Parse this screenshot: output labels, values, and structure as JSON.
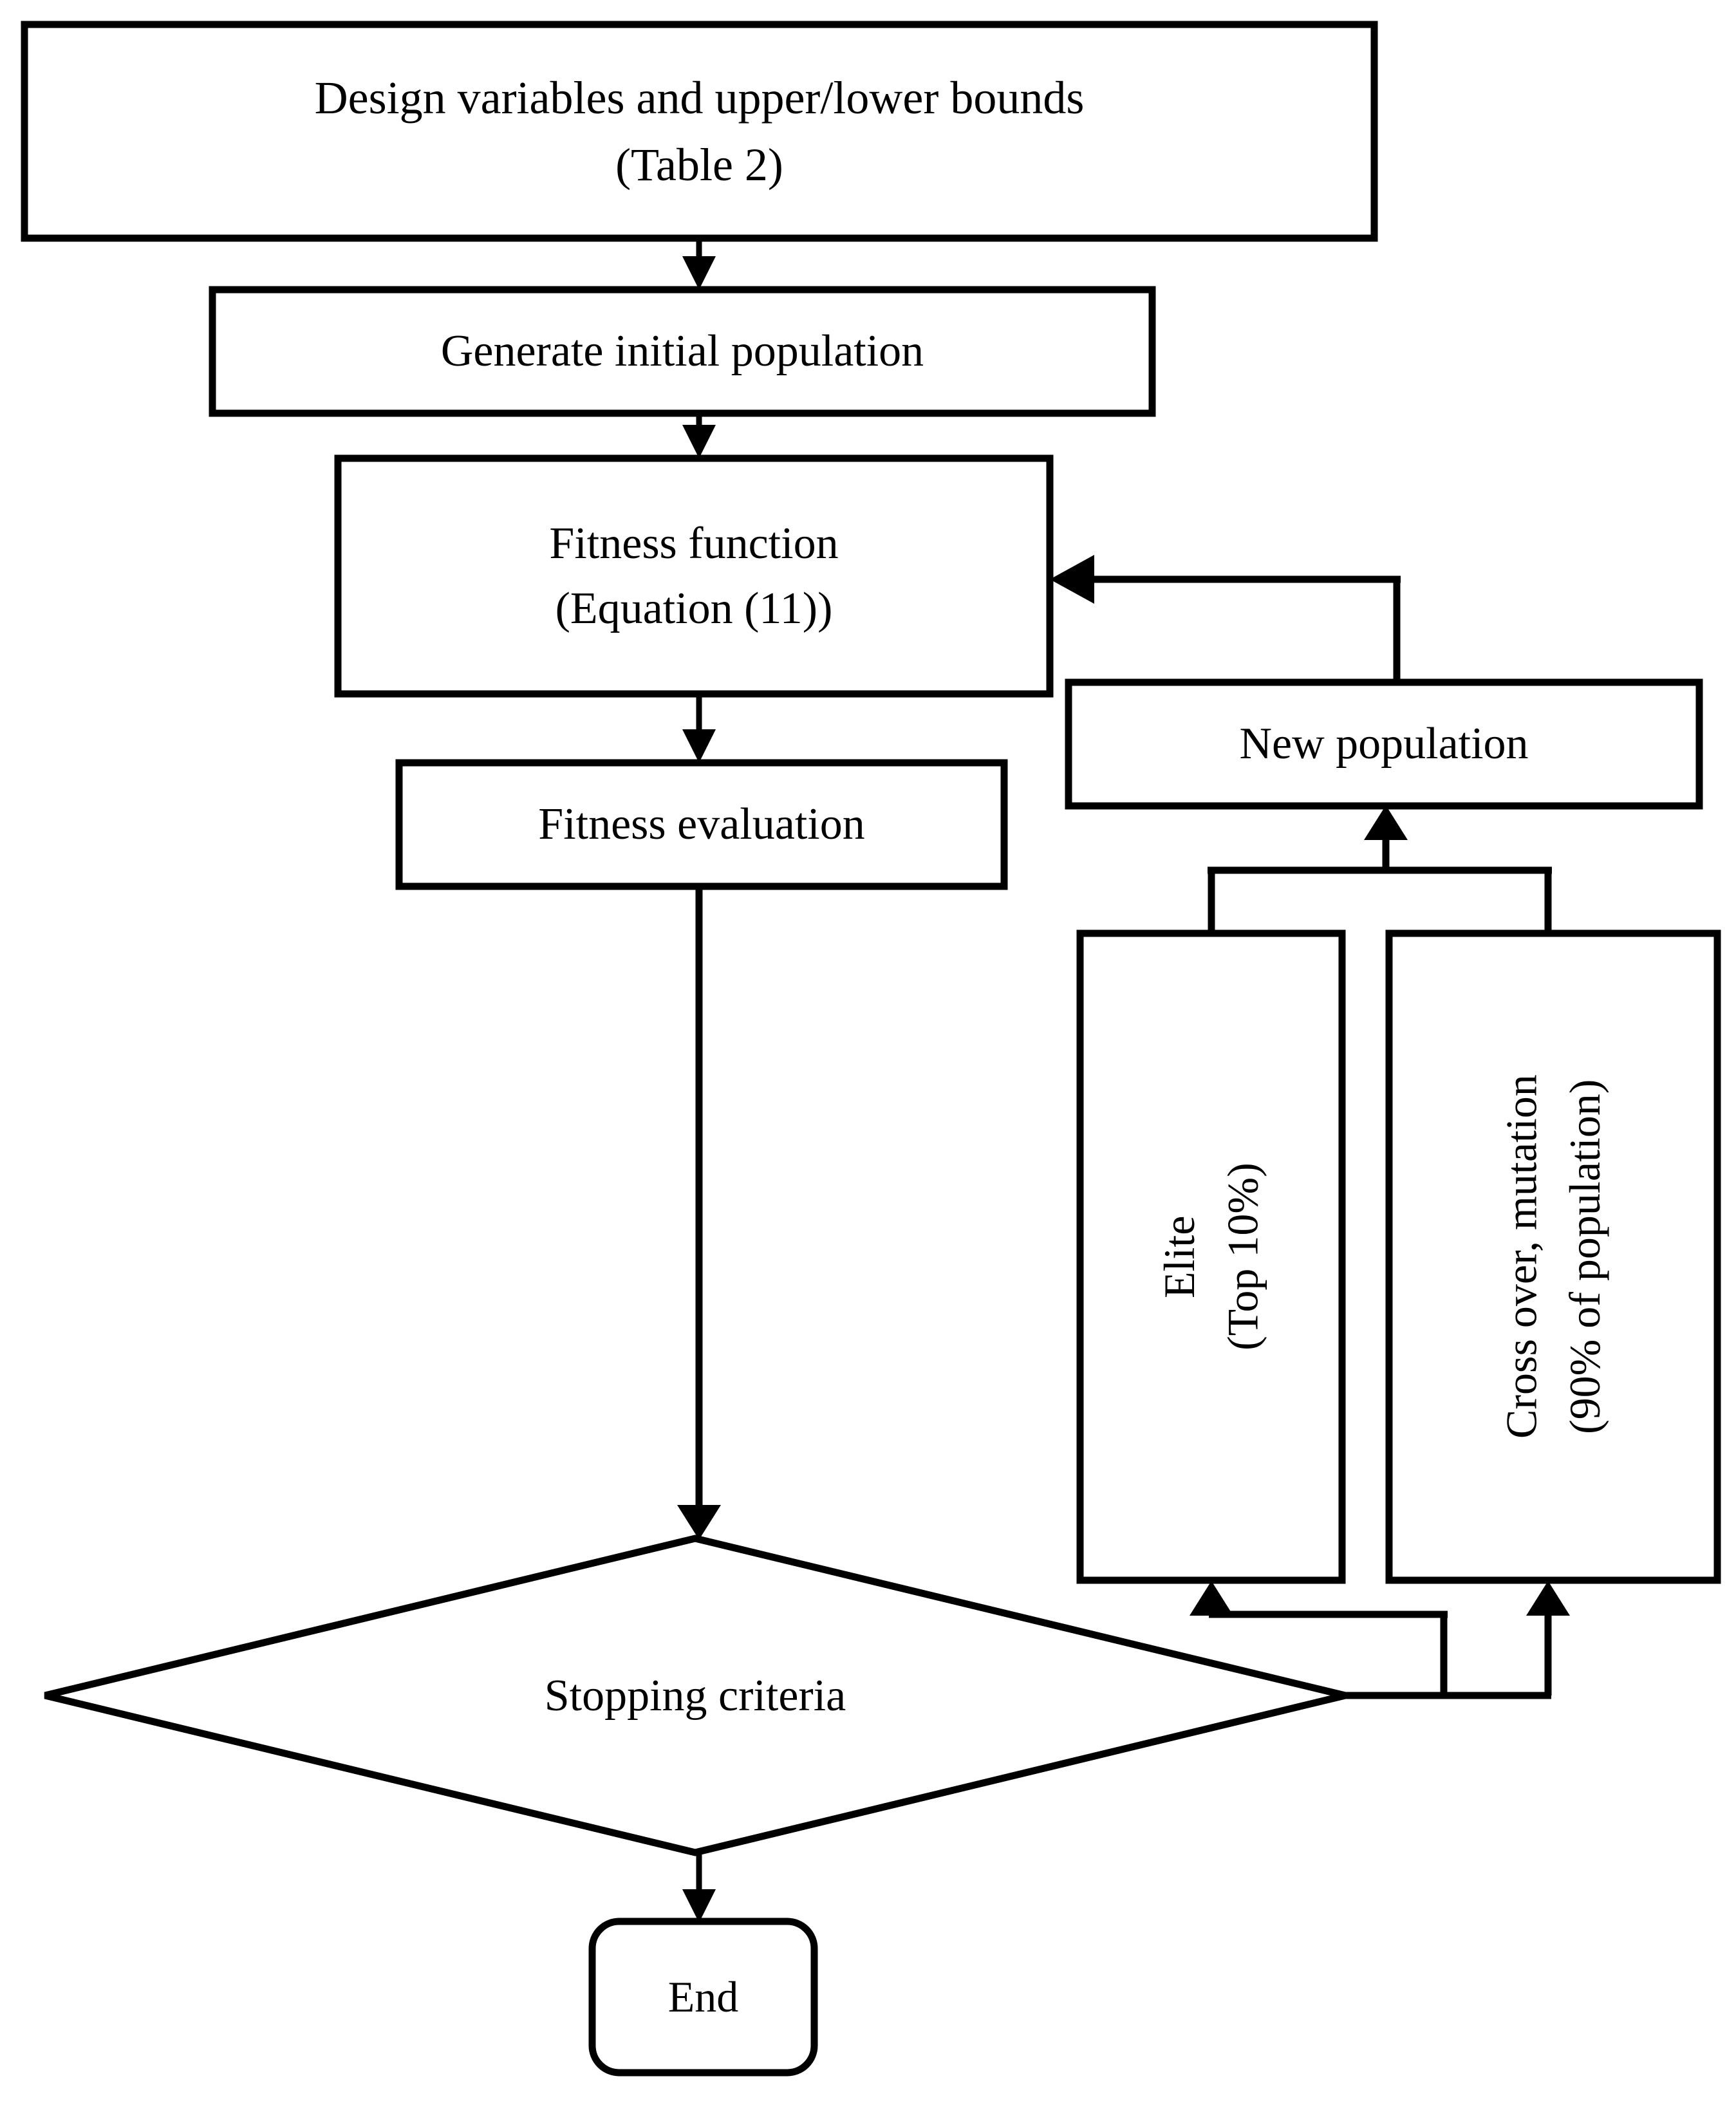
{
  "diagram": {
    "title": "Genetic algorithm optimization flowchart",
    "stroke_color": "#000000",
    "fill_color": "#ffffff",
    "nodes": {
      "design_variables": {
        "label": "Design variables and upper/lower bounds\n(Table 2)",
        "shape": "rectangle"
      },
      "generate_initial_population": {
        "label": "Generate initial population",
        "shape": "rectangle"
      },
      "fitness_function": {
        "label": "Fitness function\n(Equation (11))",
        "shape": "rectangle"
      },
      "fitness_evaluation": {
        "label": "Fitness evaluation",
        "shape": "rectangle"
      },
      "new_population": {
        "label": "New population",
        "shape": "rectangle"
      },
      "elite": {
        "label": "Elite\n(Top 10%)",
        "shape": "rectangle",
        "orientation": "vertical"
      },
      "crossover_mutation": {
        "label": "Cross over, mutation\n(90% of population)",
        "shape": "rectangle",
        "orientation": "vertical"
      },
      "stopping_criteria": {
        "label": "Stopping criteria",
        "shape": "diamond"
      },
      "end": {
        "label": "End",
        "shape": "rounded-rectangle"
      }
    },
    "edges": [
      {
        "from": "design_variables",
        "to": "generate_initial_population",
        "arrow": "down"
      },
      {
        "from": "generate_initial_population",
        "to": "fitness_function",
        "arrow": "down"
      },
      {
        "from": "fitness_function",
        "to": "fitness_evaluation",
        "arrow": "down"
      },
      {
        "from": "fitness_evaluation",
        "to": "stopping_criteria",
        "arrow": "down"
      },
      {
        "from": "stopping_criteria",
        "to": "end",
        "arrow": "down"
      },
      {
        "from": "stopping_criteria",
        "to": "elite",
        "arrow": "up"
      },
      {
        "from": "stopping_criteria",
        "to": "crossover_mutation",
        "arrow": "up"
      },
      {
        "from": "elite",
        "to": "new_population",
        "arrow": "up"
      },
      {
        "from": "crossover_mutation",
        "to": "new_population",
        "arrow": "up"
      },
      {
        "from": "new_population",
        "to": "fitness_function",
        "arrow": "left"
      }
    ]
  }
}
